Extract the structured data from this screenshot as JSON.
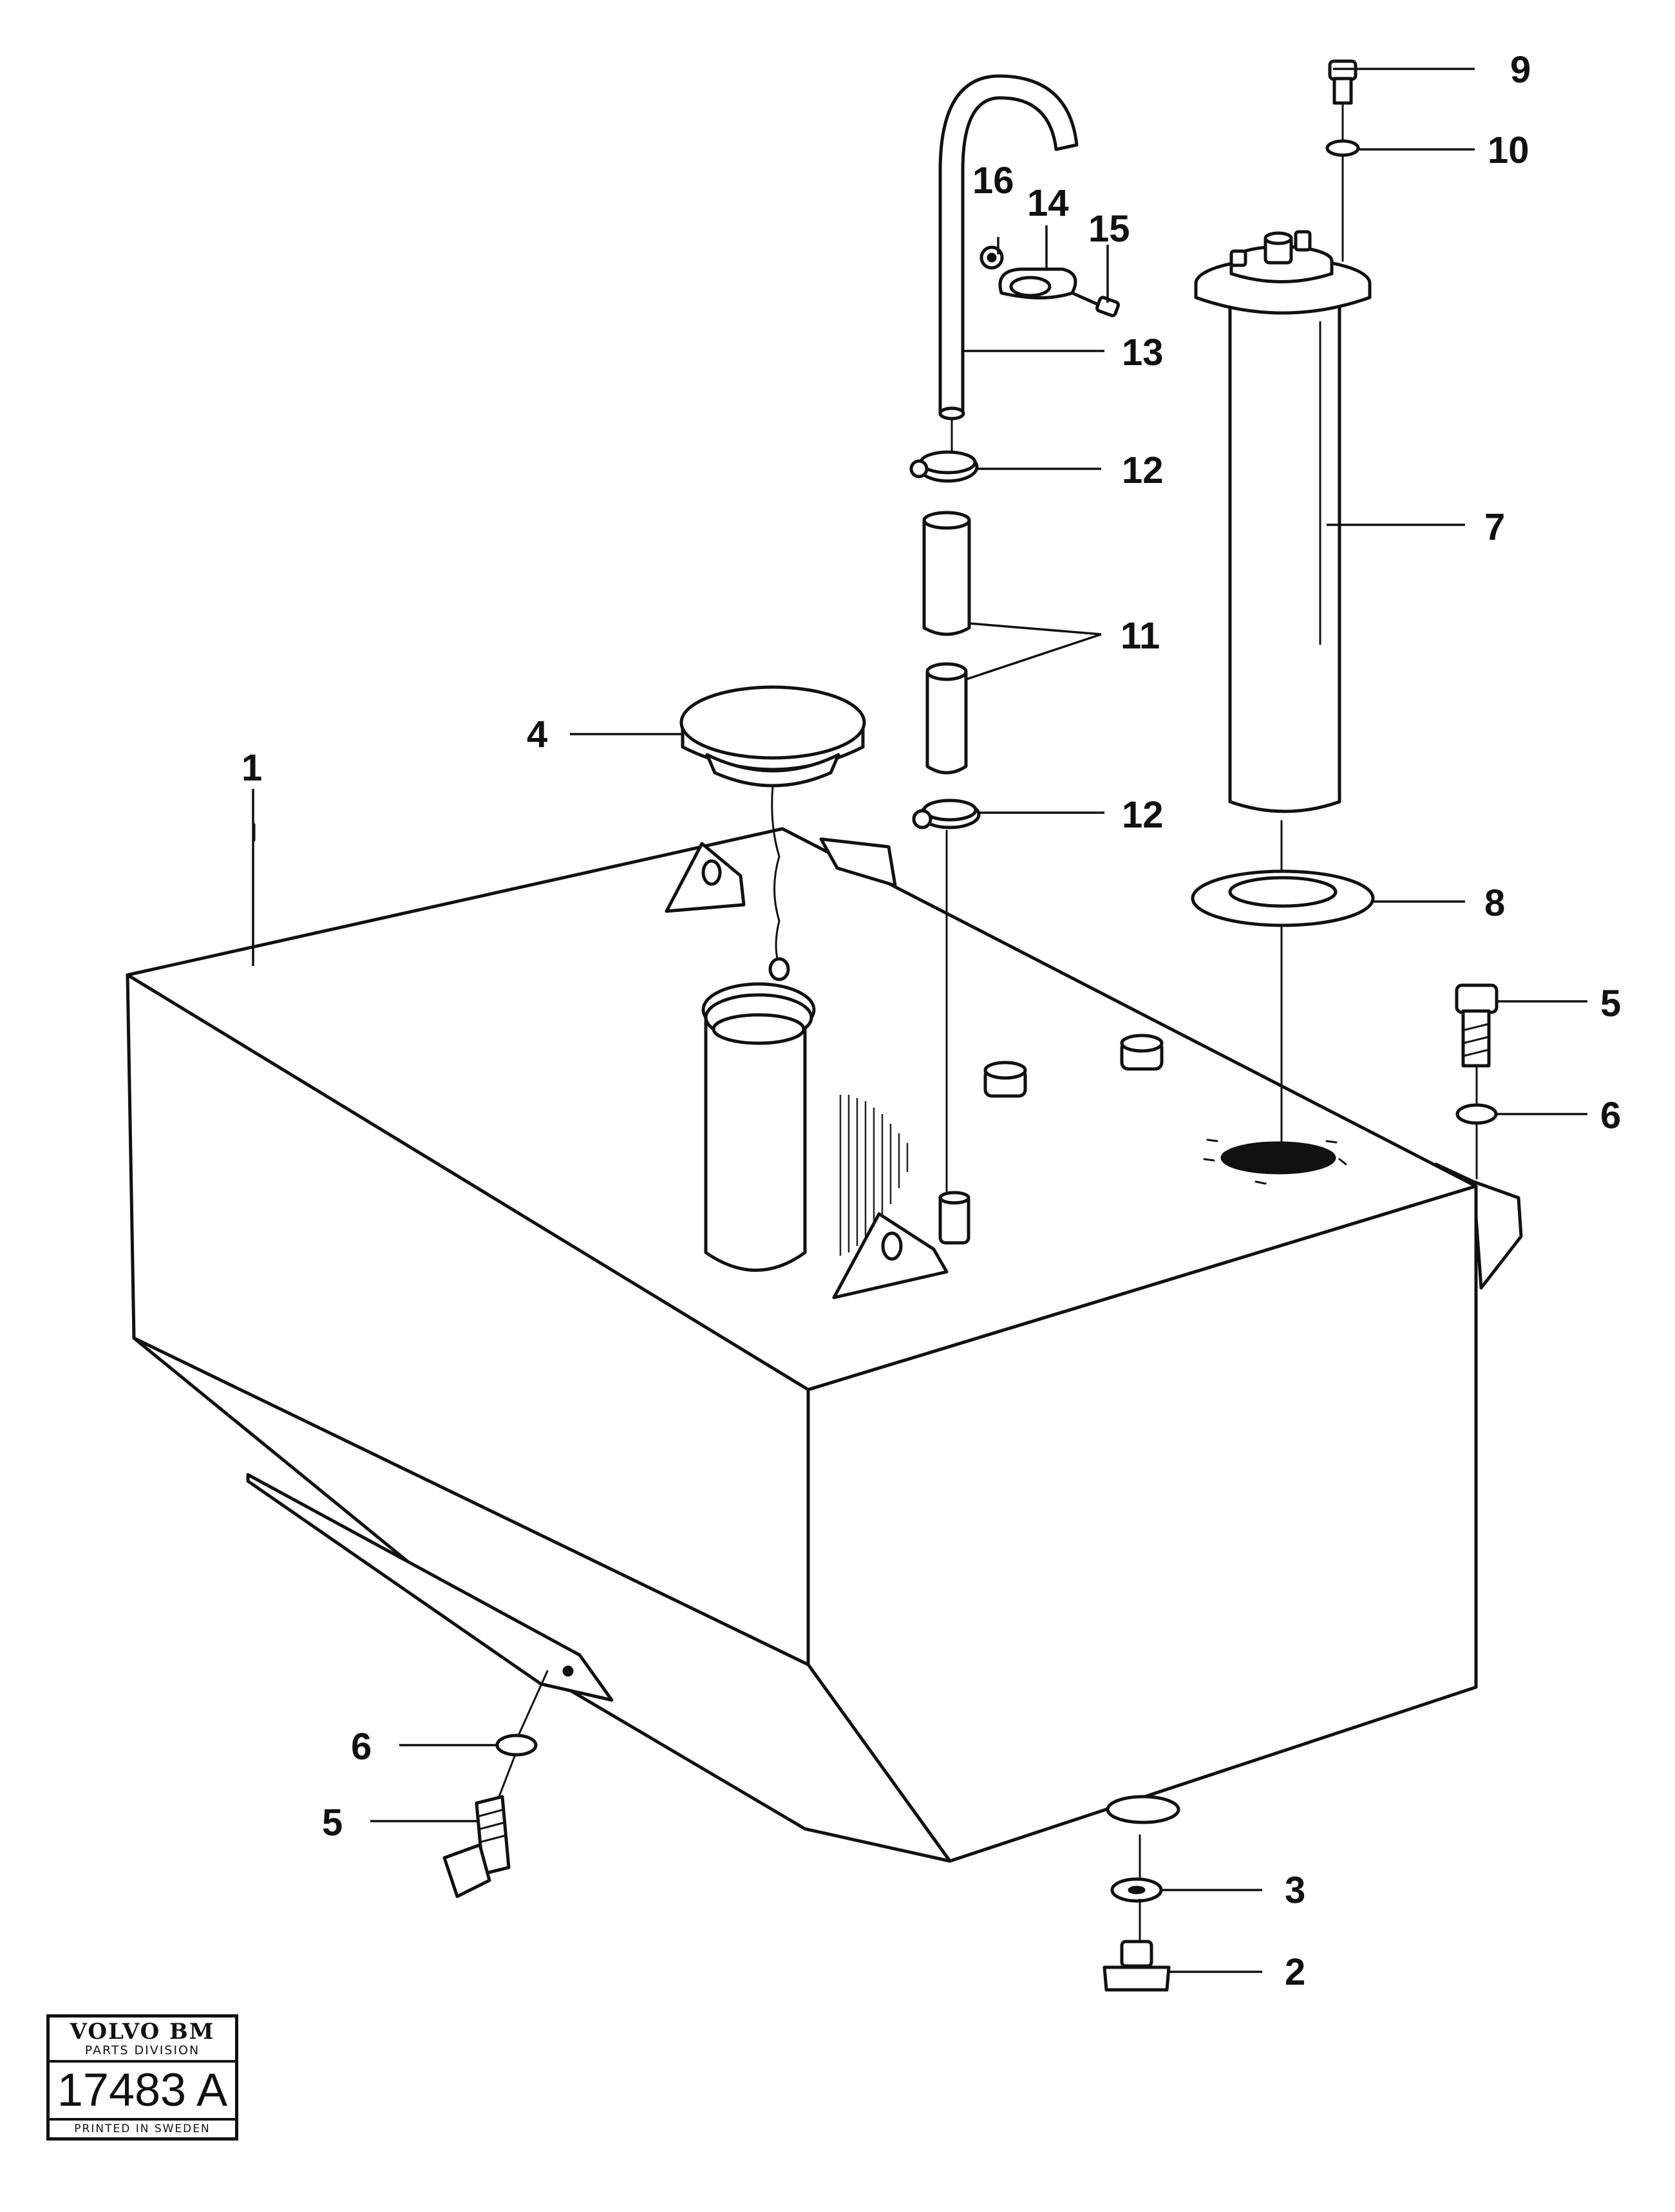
{
  "callouts": {
    "c1": "1",
    "c2": "2",
    "c3": "3",
    "c4": "4",
    "c5a": "5",
    "c5b": "5",
    "c6a": "6",
    "c6b": "6",
    "c7": "7",
    "c8": "8",
    "c9": "9",
    "c10": "10",
    "c11": "11",
    "c12a": "12",
    "c12b": "12",
    "c13": "13",
    "c14": "14",
    "c15": "15",
    "c16": "16"
  },
  "badge": {
    "brand": "VOLVO BM",
    "division": "PARTS DIVISION",
    "number": "17483 A",
    "printed": "PRINTED IN SWEDEN"
  }
}
